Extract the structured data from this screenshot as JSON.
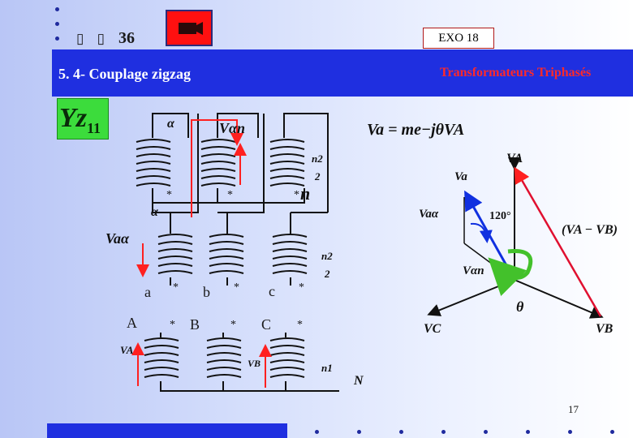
{
  "header": {
    "nav_glyphs": "▯ ▯",
    "page_ref": "36",
    "exo_label": "EXO 18",
    "section_title": "5. 4- Couplage zigzag",
    "chapter_title": "Transformateurs Triphasés",
    "coupling_label": "Yz",
    "coupling_index": "11"
  },
  "circuit": {
    "secondary_labels": [
      "a",
      "b",
      "c"
    ],
    "primary_labels": [
      "A",
      "B",
      "C"
    ],
    "v_alpha_n": "Vαn",
    "v_a_alpha": "Vaα",
    "v_A": "VA",
    "v_B": "VB",
    "n2_top": "n2",
    "n2_top_den": "2",
    "n2_mid": "n2",
    "n2_mid_den": "2",
    "n1": "n1",
    "alpha_top": "α",
    "alpha_mid": "α",
    "n_label": "n",
    "N_label": "N",
    "star": "*"
  },
  "phasor": {
    "equation": "Va = me−jθVA",
    "v_A": "VA",
    "v_a": "Va",
    "v_a_alpha": "Vaα",
    "angle_120": "120°",
    "difference": "(VA − VB)",
    "v_alpha_n": "Vαn",
    "theta": "θ",
    "v_C": "VC",
    "v_B": "VB"
  },
  "footer": {
    "page_number": "17"
  },
  "colors": {
    "banner": "#1f2fe0",
    "accent_red": "#ff2a2a",
    "badge_green": "#3cdc3c"
  }
}
